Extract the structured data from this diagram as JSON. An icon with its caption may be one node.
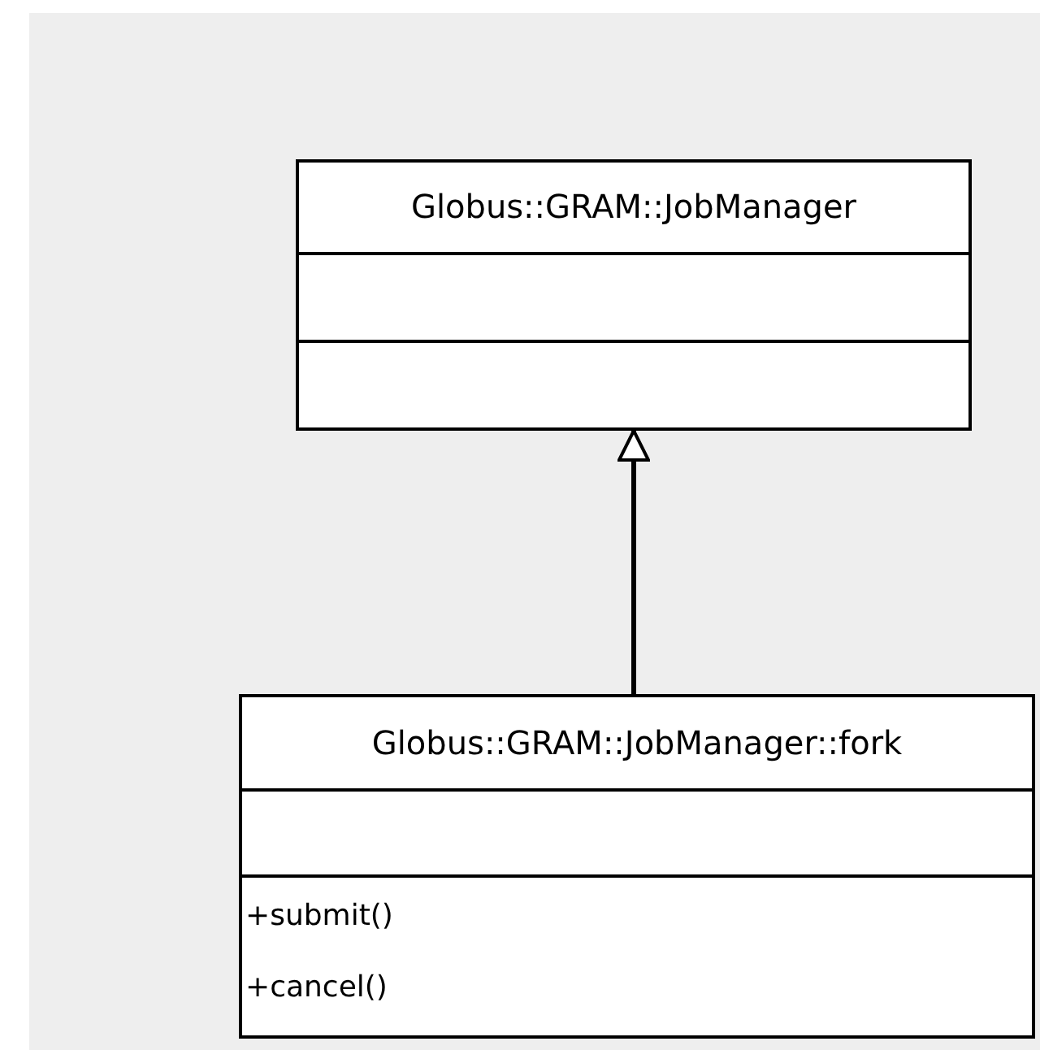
{
  "diagram": {
    "nodes": [
      {
        "text": [
          "Globus::GRAM::JobManager"
        ]
      },
      {
        "text": [
          "Globus::GRAM::JobManager::fork",
          "+submit()",
          "+cancel()"
        ]
      }
    ],
    "edges": [
      {
        "from": 1,
        "to": 0,
        "arrow": "to"
      }
    ]
  }
}
